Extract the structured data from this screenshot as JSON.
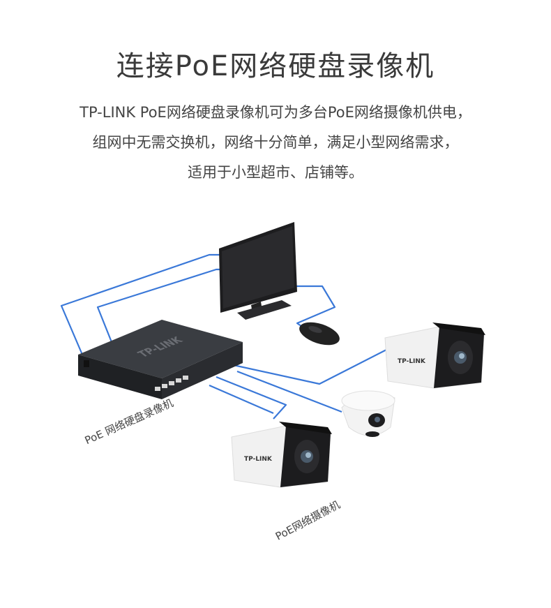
{
  "header": {
    "title": "连接PoE网络硬盘录像机",
    "description_lines": [
      "TP-LINK PoE网络硬盘录像机可为多台PoE网络摄像机供电，",
      "组网中无需交换机，网络十分简单，满足小型网络需求，",
      "适用于小型超市、店铺等。"
    ]
  },
  "diagram": {
    "nvr_label": "PoE 网络硬盘录像机",
    "camera_label": "PoE网络摄像机",
    "nvr_logo": "TP-LINK",
    "camera_logo": "TP-LINK",
    "line_color": "#3a78d8"
  }
}
